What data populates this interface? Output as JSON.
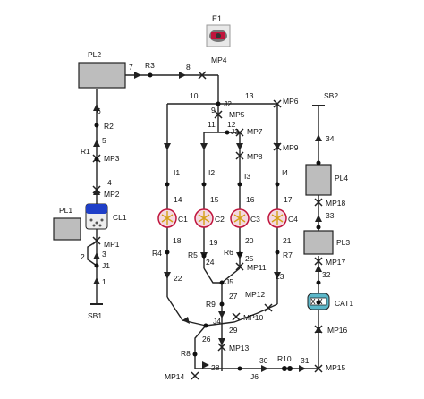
{
  "colors": {
    "pipe": "#222222",
    "tank_fill": "#bdbdbd",
    "compressor_fill": "#f4d9e0",
    "compressor_ring": "#c0143c",
    "compressor_star": "#d4a017",
    "cl1_top": "#1f3fc8",
    "cat1_fill": "#5bb7c9"
  },
  "icons": {
    "engine": "engine-icon",
    "compressor": "compressor-icon",
    "cooler": "cooler-icon",
    "catalyst": "catalyst-icon",
    "valve": "valve-x-icon"
  },
  "nodes": {
    "E1": "E1",
    "PL2": "PL2",
    "PL1": "PL1",
    "PL3": "PL3",
    "PL4": "PL4",
    "CL1": "CL1",
    "CAT1": "CAT1",
    "C1": "C1",
    "C2": "C2",
    "C3": "C3",
    "C4": "C4",
    "SB1": "SB1",
    "SB2": "SB2",
    "J1": "J1",
    "J2": "J2",
    "J3": "J3",
    "J4": "J4",
    "J5": "J5",
    "J6": "J6",
    "R1": "R1",
    "R2": "R2",
    "R3": "R3",
    "R4": "R4",
    "R5": "R5",
    "R6": "R6",
    "R7": "R7",
    "R8": "R8",
    "R9": "R9",
    "R10": "R10",
    "I1": "I1",
    "I2": "I2",
    "I3": "I3",
    "I4": "I4",
    "MP1": "MP1",
    "MP2": "MP2",
    "MP3": "MP3",
    "MP4": "MP4",
    "MP5": "MP5",
    "MP6": "MP6",
    "MP7": "MP7",
    "MP8": "MP8",
    "MP9": "MP9",
    "MP10": "MP10",
    "MP11": "MP11",
    "MP12": "MP12",
    "MP13": "MP13",
    "MP14": "MP14",
    "MP15": "MP15",
    "MP16": "MP16",
    "MP17": "MP17",
    "MP18": "MP18"
  },
  "links": [
    "1",
    "2",
    "3",
    "4",
    "5",
    "6",
    "7",
    "8",
    "9",
    "10",
    "11",
    "12",
    "13",
    "14",
    "15",
    "16",
    "17",
    "18",
    "19",
    "20",
    "21",
    "22",
    "23",
    "24",
    "25",
    "26",
    "27",
    "28",
    "29",
    "30",
    "31",
    "32",
    "33",
    "34"
  ]
}
